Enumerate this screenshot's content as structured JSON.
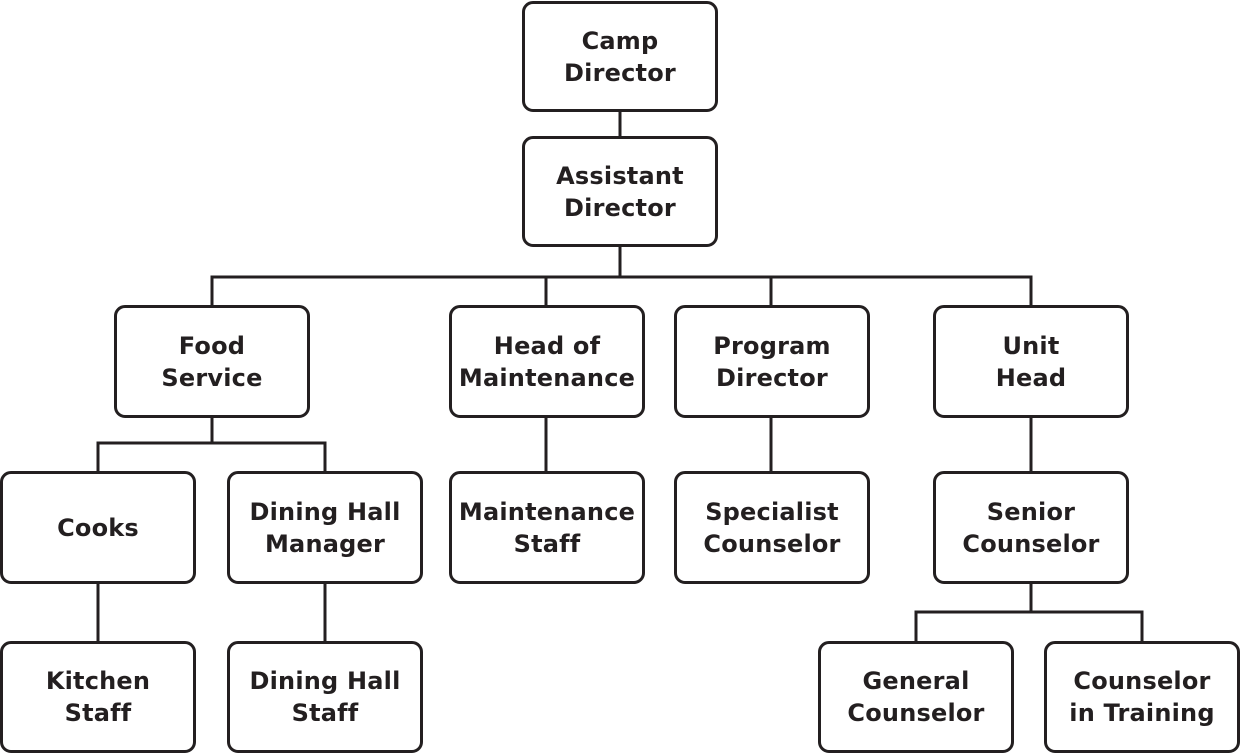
{
  "colors": {
    "stroke": "#231f20",
    "text": "#231f20",
    "background": "#ffffff"
  },
  "chart": {
    "camp_director": [
      "Camp",
      "Director"
    ],
    "assistant_director": [
      "Assistant",
      "Director"
    ],
    "food_service": [
      "Food",
      "Service"
    ],
    "head_of_maintenance": [
      "Head of",
      "Maintenance"
    ],
    "program_director": [
      "Program",
      "Director"
    ],
    "unit_head": [
      "Unit",
      "Head"
    ],
    "cooks": [
      "Cooks"
    ],
    "dining_hall_manager": [
      "Dining Hall",
      "Manager"
    ],
    "maintenance_staff": [
      "Maintenance",
      "Staff"
    ],
    "specialist_counselor": [
      "Specialist",
      "Counselor"
    ],
    "senior_counselor": [
      "Senior",
      "Counselor"
    ],
    "kitchen_staff": [
      "Kitchen",
      "Staff"
    ],
    "dining_hall_staff": [
      "Dining Hall",
      "Staff"
    ],
    "general_counselor": [
      "General",
      "Counselor"
    ],
    "counselor_in_training": [
      "Counselor",
      "in Training"
    ]
  }
}
